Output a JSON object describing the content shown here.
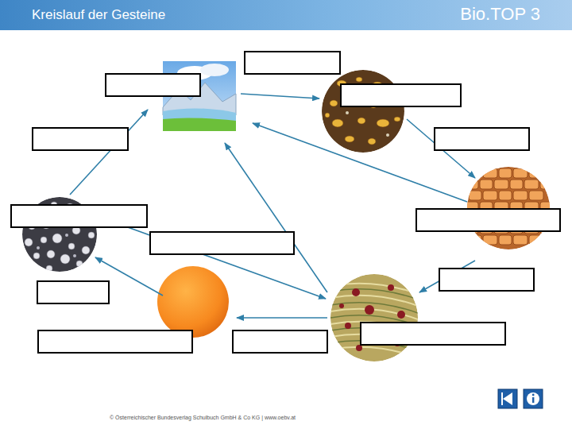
{
  "diagram": {
    "title": "Kreislauf der Gesteine",
    "labels": [
      "Bio.TOP 3",
      "© Österreichischer Bundesverlag Schulbuch GmbH & Co KG | www.oebv.at"
    ]
  }
}
